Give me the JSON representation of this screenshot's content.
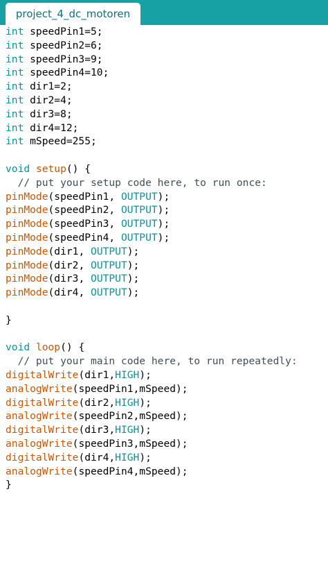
{
  "tab": {
    "title": "project_4_dc_motoren"
  },
  "theme": {
    "tab_bar": "#17a1a5",
    "tab_text": "#0d7377",
    "keyword": "#00979d",
    "function": "#d35400",
    "constant": "#00979d",
    "comment": "#434f54",
    "text": "#000000"
  },
  "code": {
    "lines": [
      [
        {
          "t": "type",
          "v": "int"
        },
        {
          "t": "plain",
          "v": " speedPin1=5;"
        }
      ],
      [
        {
          "t": "type",
          "v": "int"
        },
        {
          "t": "plain",
          "v": " speedPin2=6;"
        }
      ],
      [
        {
          "t": "type",
          "v": "int"
        },
        {
          "t": "plain",
          "v": " speedPin3=9;"
        }
      ],
      [
        {
          "t": "type",
          "v": "int"
        },
        {
          "t": "plain",
          "v": " speedPin4=10;"
        }
      ],
      [
        {
          "t": "type",
          "v": "int"
        },
        {
          "t": "plain",
          "v": " dir1=2;"
        }
      ],
      [
        {
          "t": "type",
          "v": "int"
        },
        {
          "t": "plain",
          "v": " dir2=4;"
        }
      ],
      [
        {
          "t": "type",
          "v": "int"
        },
        {
          "t": "plain",
          "v": " dir3=8;"
        }
      ],
      [
        {
          "t": "type",
          "v": "int"
        },
        {
          "t": "plain",
          "v": " dir4=12;"
        }
      ],
      [
        {
          "t": "type",
          "v": "int"
        },
        {
          "t": "plain",
          "v": " mSpeed=255;"
        }
      ],
      [],
      [
        {
          "t": "type",
          "v": "void"
        },
        {
          "t": "plain",
          "v": " "
        },
        {
          "t": "func",
          "v": "setup"
        },
        {
          "t": "plain",
          "v": "() {"
        }
      ],
      [
        {
          "t": "comment",
          "v": "  // put your setup code here, to run once:"
        }
      ],
      [
        {
          "t": "func",
          "v": "pinMode"
        },
        {
          "t": "plain",
          "v": "(speedPin1, "
        },
        {
          "t": "const",
          "v": "OUTPUT"
        },
        {
          "t": "plain",
          "v": ");"
        }
      ],
      [
        {
          "t": "func",
          "v": "pinMode"
        },
        {
          "t": "plain",
          "v": "(speedPin2, "
        },
        {
          "t": "const",
          "v": "OUTPUT"
        },
        {
          "t": "plain",
          "v": ");"
        }
      ],
      [
        {
          "t": "func",
          "v": "pinMode"
        },
        {
          "t": "plain",
          "v": "(speedPin3, "
        },
        {
          "t": "const",
          "v": "OUTPUT"
        },
        {
          "t": "plain",
          "v": ");"
        }
      ],
      [
        {
          "t": "func",
          "v": "pinMode"
        },
        {
          "t": "plain",
          "v": "(speedPin4, "
        },
        {
          "t": "const",
          "v": "OUTPUT"
        },
        {
          "t": "plain",
          "v": ");"
        }
      ],
      [
        {
          "t": "func",
          "v": "pinMode"
        },
        {
          "t": "plain",
          "v": "(dir1, "
        },
        {
          "t": "const",
          "v": "OUTPUT"
        },
        {
          "t": "plain",
          "v": ");"
        }
      ],
      [
        {
          "t": "func",
          "v": "pinMode"
        },
        {
          "t": "plain",
          "v": "(dir2, "
        },
        {
          "t": "const",
          "v": "OUTPUT"
        },
        {
          "t": "plain",
          "v": ");"
        }
      ],
      [
        {
          "t": "func",
          "v": "pinMode"
        },
        {
          "t": "plain",
          "v": "(dir3, "
        },
        {
          "t": "const",
          "v": "OUTPUT"
        },
        {
          "t": "plain",
          "v": ");"
        }
      ],
      [
        {
          "t": "func",
          "v": "pinMode"
        },
        {
          "t": "plain",
          "v": "(dir4, "
        },
        {
          "t": "const",
          "v": "OUTPUT"
        },
        {
          "t": "plain",
          "v": ");"
        }
      ],
      [],
      [
        {
          "t": "plain",
          "v": "}"
        }
      ],
      [],
      [
        {
          "t": "type",
          "v": "void"
        },
        {
          "t": "plain",
          "v": " "
        },
        {
          "t": "func",
          "v": "loop"
        },
        {
          "t": "plain",
          "v": "() {"
        }
      ],
      [
        {
          "t": "comment",
          "v": "  // put your main code here, to run repeatedly:"
        }
      ],
      [
        {
          "t": "func",
          "v": "digitalWrite"
        },
        {
          "t": "plain",
          "v": "(dir1,"
        },
        {
          "t": "const",
          "v": "HIGH"
        },
        {
          "t": "plain",
          "v": ");"
        }
      ],
      [
        {
          "t": "func",
          "v": "analogWrite"
        },
        {
          "t": "plain",
          "v": "(speedPin1,mSpeed);"
        }
      ],
      [
        {
          "t": "func",
          "v": "digitalWrite"
        },
        {
          "t": "plain",
          "v": "(dir2,"
        },
        {
          "t": "const",
          "v": "HIGH"
        },
        {
          "t": "plain",
          "v": ");"
        }
      ],
      [
        {
          "t": "func",
          "v": "analogWrite"
        },
        {
          "t": "plain",
          "v": "(speedPin2,mSpeed);"
        }
      ],
      [
        {
          "t": "func",
          "v": "digitalWrite"
        },
        {
          "t": "plain",
          "v": "(dir3,"
        },
        {
          "t": "const",
          "v": "HIGH"
        },
        {
          "t": "plain",
          "v": ");"
        }
      ],
      [
        {
          "t": "func",
          "v": "analogWrite"
        },
        {
          "t": "plain",
          "v": "(speedPin3,mSpeed);"
        }
      ],
      [
        {
          "t": "func",
          "v": "digitalWrite"
        },
        {
          "t": "plain",
          "v": "(dir4,"
        },
        {
          "t": "const",
          "v": "HIGH"
        },
        {
          "t": "plain",
          "v": ");"
        }
      ],
      [
        {
          "t": "func",
          "v": "analogWrite"
        },
        {
          "t": "plain",
          "v": "(speedPin4,mSpeed);"
        }
      ],
      [
        {
          "t": "plain",
          "v": "}"
        }
      ]
    ]
  }
}
